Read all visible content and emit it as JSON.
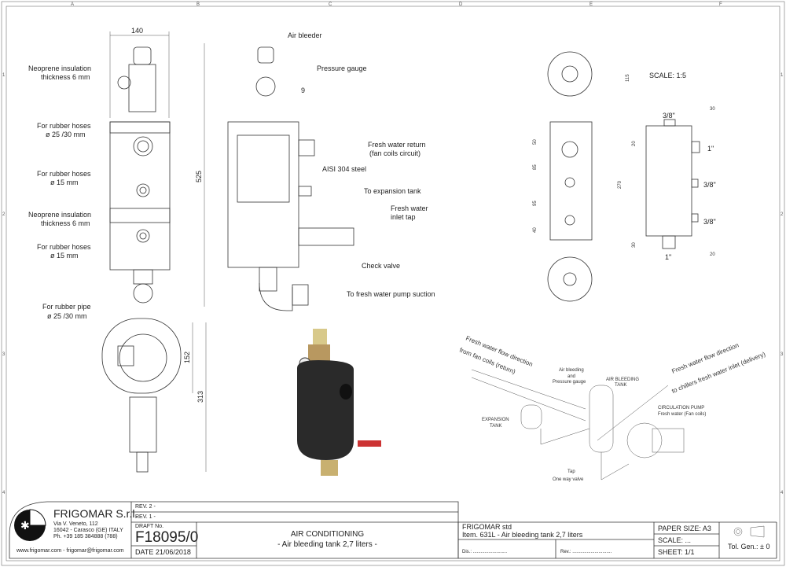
{
  "grid": {
    "columns": [
      "A",
      "B",
      "C",
      "D",
      "E",
      "F"
    ],
    "rows": [
      "1",
      "2",
      "3",
      "4"
    ]
  },
  "front_view": {
    "dim_width": "140",
    "dim_height": "525",
    "labels": [
      "Neoprene insulation",
      "thickness 6 mm",
      "For rubber hoses",
      "ø 25 /30 mm",
      "For rubber hoses",
      "ø 15 mm",
      "Neoprene insulation",
      "thickness 6 mm",
      "For rubber hoses",
      "ø 15 mm",
      "For rubber pipe",
      "ø 25 /30 mm"
    ]
  },
  "section_view": {
    "dim_9": "9",
    "labels": [
      "Air bleeder",
      "Pressure gauge",
      "Fresh water return",
      "(fan coils circuit)",
      "AISI 304 steel",
      "To expansion tank",
      "Fresh water",
      "inlet tap",
      "Check valve",
      "To fresh water pump suction"
    ]
  },
  "top_view": {
    "dim_152": "152",
    "dim_313": "313"
  },
  "small_views": {
    "scale": "SCALE: 1:5",
    "dims": [
      "115",
      "50",
      "85",
      "95",
      "40",
      "270",
      "30",
      "20",
      "30",
      "20"
    ],
    "threads": [
      "3/8\"",
      "1\"",
      "3/8\"",
      "3/8\"",
      "1\""
    ]
  },
  "schematic": {
    "labels": [
      "Fresh water flow direction",
      "from fan coils (return)",
      "Air bleeding",
      "and",
      "Pressure gauge",
      "AIR BLEEDING",
      "TANK",
      "Fresh water flow direction",
      "to chillers fresh water inlet (delivery)",
      "EXPANSION",
      "TANK",
      "CIRCULATION PUMP",
      "Fresh water (Fan coils)",
      "Tap",
      "One way valve"
    ]
  },
  "title_block": {
    "company": "FRIGOMAR S.r.l.",
    "address1": "Via V. Veneto, 112",
    "address2": "16042 - Carasco (GE) ITALY",
    "phone": "Ph. +39 185 384888 (788)",
    "web": "www.frigomar.com - frigomar@frigomar.com",
    "rev2": "REV. 2 -",
    "rev1": "REV. 1 -",
    "draft_label": "DRAFT No.",
    "draft_no": "F18095/0",
    "date": "DATE  21/06/2018",
    "title": "AIR CONDITIONING",
    "subtitle": "- Air bleeding tank 2,7 liters -",
    "std": "FRIGOMAR std",
    "item": "Item. 631L - Air bleeding tank 2,7 liters",
    "dis": "Dis.: ..........................",
    "rev": "Rev.: ..............................",
    "paper": "PAPER SIZE: A3",
    "scale": "SCALE: ...",
    "sheet": "SHEET: 1/1",
    "tol": "Tol. Gen.: ± 0"
  }
}
